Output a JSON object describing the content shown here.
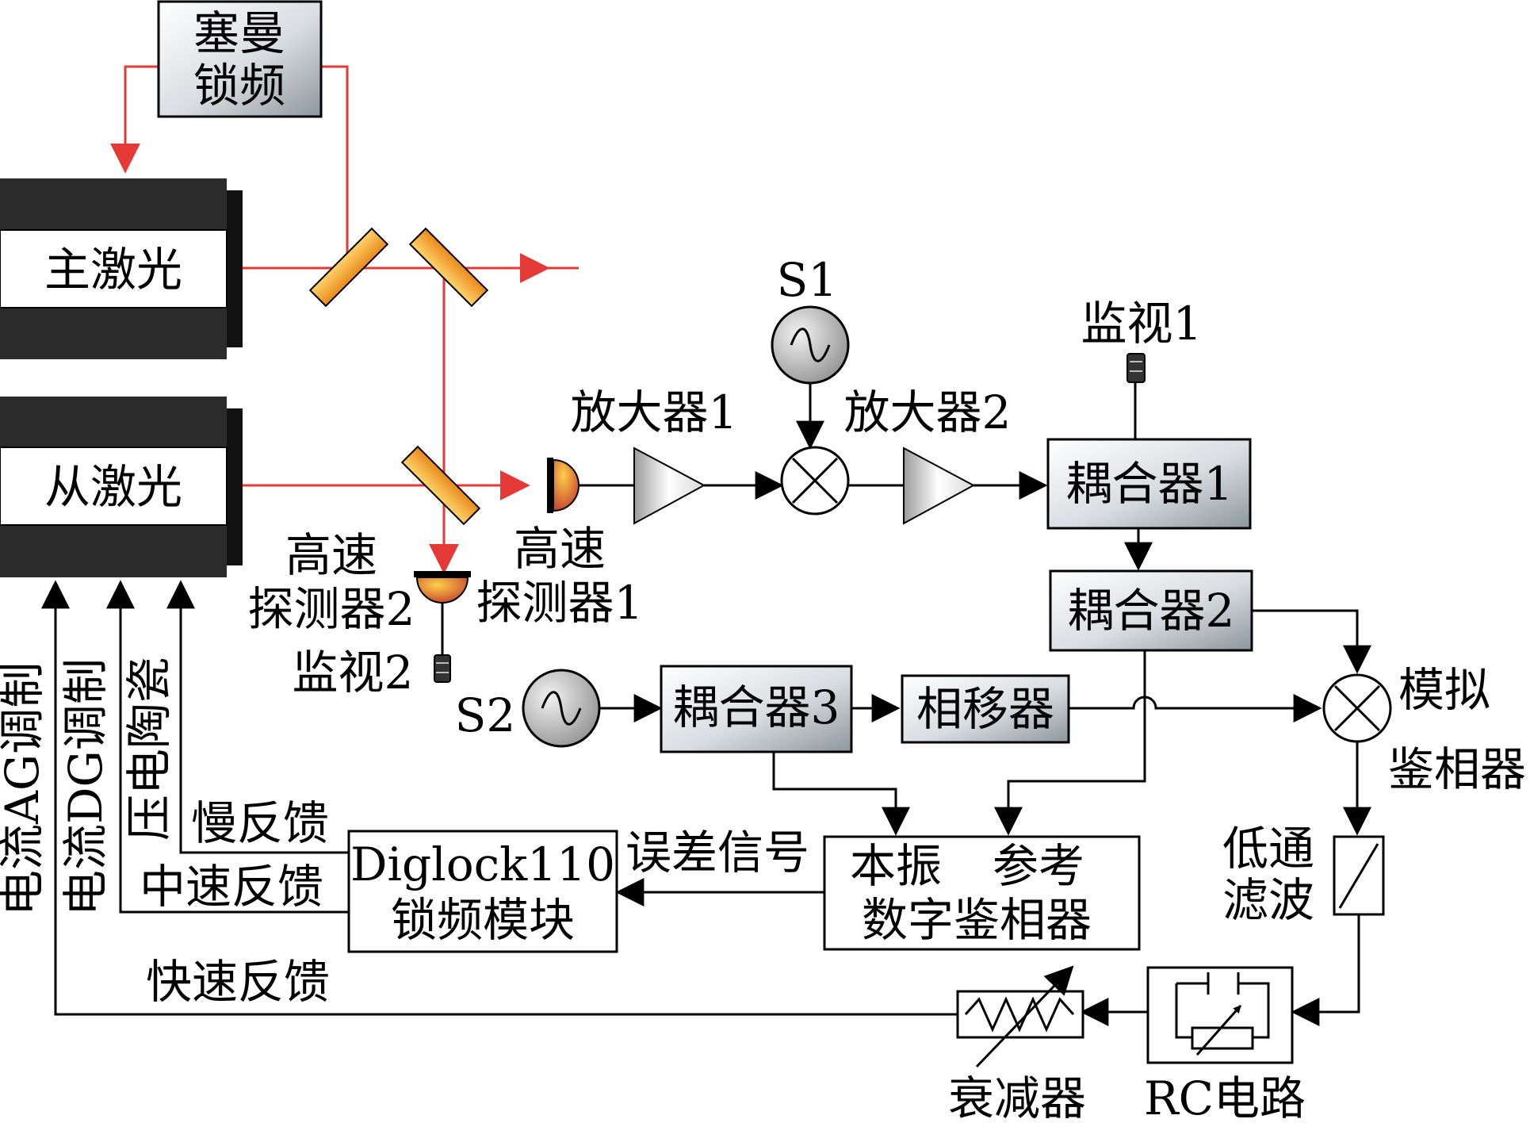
{
  "colors": {
    "beam": "#e53935",
    "laser_body": "#2b2b2b",
    "mirror": "#f4a93a",
    "box_gradient_light": "#f2f2f2",
    "box_gradient_dark": "#9aa3ab",
    "detector": "#e05a00"
  },
  "labels": {
    "saiman_lock_line1": "塞曼",
    "saiman_lock_line2": "锁频",
    "master_laser": "主激光",
    "slave_laser": "从激光",
    "s1": "S1",
    "s2": "S2",
    "monitor1": "监视1",
    "monitor2": "监视2",
    "amp1": "放大器1",
    "amp2": "放大器2",
    "coupler1": "耦合器1",
    "coupler2": "耦合器2",
    "coupler3": "耦合器3",
    "phase_shifter": "相移器",
    "det2_line1": "高速",
    "det2_line2": "探测器2",
    "det1_line1": "高速",
    "det1_line2": "探测器1",
    "analog_pd_line1": "模拟",
    "analog_pd_line2": "鉴相器",
    "lowpass_line1": "低通",
    "lowpass_line2": "滤波",
    "digital_pd_line1a": "本振",
    "digital_pd_line1b": "参考",
    "digital_pd_line2": "数字鉴相器",
    "error_signal": "误差信号",
    "diglock_line1": "Diglock110",
    "diglock_line2": "锁频模块",
    "slow_feedback": "慢反馈",
    "mid_feedback": "中速反馈",
    "fast_feedback": "快速反馈",
    "current_ag": "电流AG调制",
    "current_dg": "电流DG调制",
    "piezo": "压电陶瓷",
    "attenuator": "衰减器",
    "rc_circuit": "RC电路"
  }
}
